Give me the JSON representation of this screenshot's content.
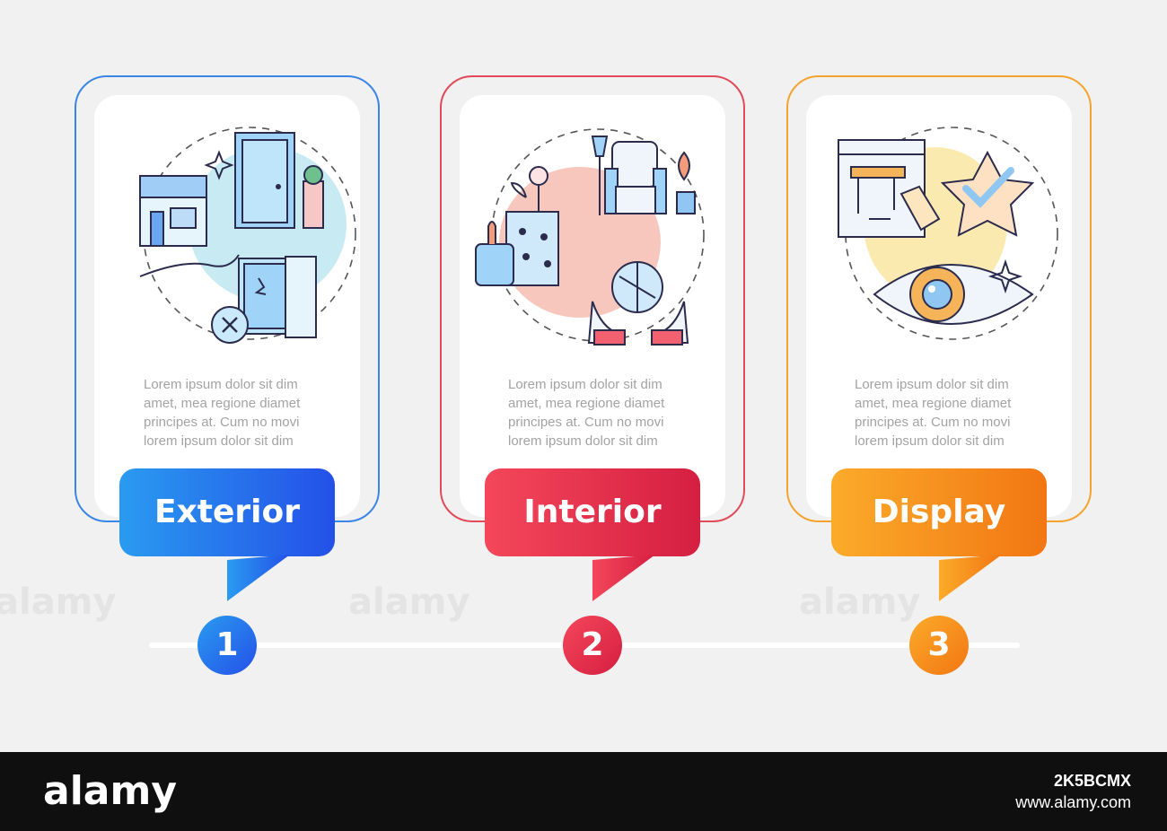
{
  "steps": [
    {
      "title": "Exterior",
      "number": "1",
      "text": [
        "Lorem ipsum dolor sit dim",
        "amet, mea regione diamet",
        "principes at. Cum no movi",
        "lorem ipsum dolor sit dim"
      ],
      "color_start": "#2a9bf0",
      "color_end": "#2450e8",
      "outline_color": "#3a86e6",
      "icon": "storefront-door-window-icon"
    },
    {
      "title": "Interior",
      "number": "2",
      "text": [
        "Lorem ipsum dolor sit dim",
        "amet, mea regione diamet",
        "principes at. Cum no movi",
        "lorem ipsum dolor sit dim"
      ],
      "color_start": "#f4475a",
      "color_end": "#d51f42",
      "outline_color": "#e24a5a",
      "icon": "plants-furniture-decor-icon"
    },
    {
      "title": "Display",
      "number": "3",
      "text": [
        "Lorem ipsum dolor sit dim",
        "amet, mea regione diamet",
        "principes at. Cum no movi",
        "lorem ipsum dolor sit dim"
      ],
      "color_start": "#fbab2a",
      "color_end": "#f27613",
      "outline_color": "#f5a32f",
      "icon": "display-star-eye-icon"
    }
  ],
  "watermark": "alamy",
  "footer": {
    "logo": "alamy",
    "image_id": "2K5BCMX",
    "url": "www.alamy.com"
  }
}
